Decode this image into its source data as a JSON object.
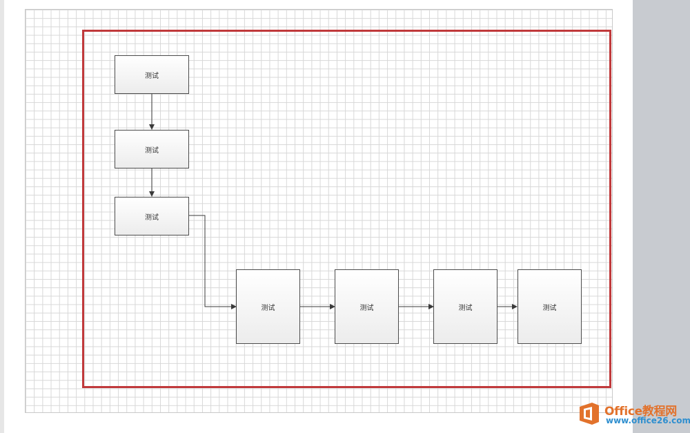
{
  "diagram": {
    "nodes": [
      {
        "id": "n1",
        "label": "测试"
      },
      {
        "id": "n2",
        "label": "测试"
      },
      {
        "id": "n3",
        "label": "测试"
      },
      {
        "id": "n4",
        "label": "测试"
      },
      {
        "id": "n5",
        "label": "测试"
      },
      {
        "id": "n6",
        "label": "测试"
      },
      {
        "id": "n7",
        "label": "测试"
      }
    ],
    "edges": [
      {
        "from": "n1",
        "to": "n2"
      },
      {
        "from": "n2",
        "to": "n3"
      },
      {
        "from": "n3",
        "to": "n4"
      },
      {
        "from": "n4",
        "to": "n5"
      },
      {
        "from": "n5",
        "to": "n6"
      },
      {
        "from": "n6",
        "to": "n7"
      }
    ]
  },
  "colors": {
    "highlight_frame": "#c0393b",
    "grid_line": "#d7d7d7",
    "connector": "#3a3a3a",
    "watermark_orange": "#e2722c",
    "watermark_blue": "#2f8fcf"
  },
  "watermark": {
    "title": "Office教程网",
    "url": "www.office26.com",
    "icon": "office-logo-icon"
  }
}
